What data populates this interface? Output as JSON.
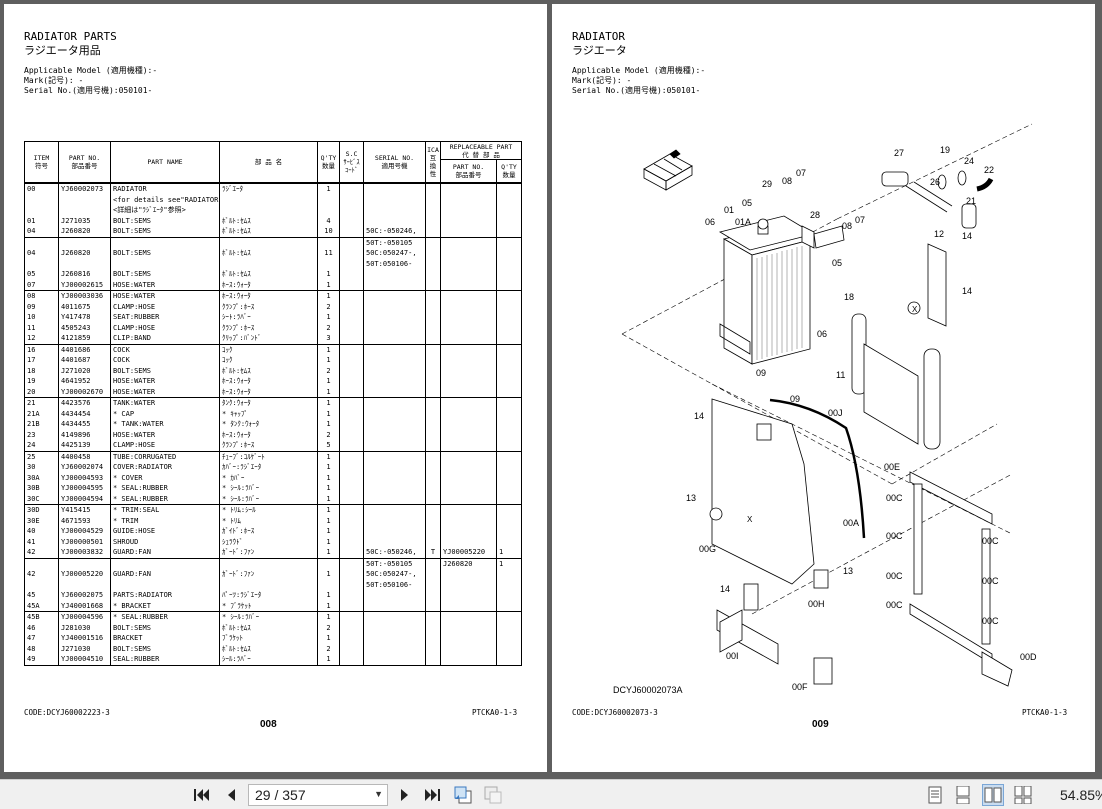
{
  "left_page": {
    "title_en": "RADIATOR PARTS",
    "title_jp": "ラジエータ用品",
    "applicable_model": "Applicable Model (適用機種):-",
    "mark": "Mark(記号): -",
    "serial": "Serial No.(適用号機):050101-",
    "headers": {
      "item": "ITEM\n符号",
      "part_no": "PART NO.\n部品番号",
      "part_name": "PART NAME",
      "jp_name": "部 品 名",
      "qty": "Q'TY\n数量",
      "sc": "S.C\nｻｰﾋﾞｽ\nｺｰﾄﾞ",
      "serial_no": "SERIAL NO.\n適用号機",
      "ica": "ICA\n互\n換\n性",
      "replaceable": "REPLACEABLE PART\n代 替 部 品",
      "repl_part_no": "PART NO.\n部品番号",
      "repl_qty": "Q'TY\n数量"
    },
    "rows": [
      {
        "item": "00",
        "part": "YJ60002073",
        "name": "RADIATOR",
        "jp": "ﾗｼﾞｴｰﾀ",
        "qty": "1",
        "sc": "",
        "serial": "",
        "ica": "",
        "rpart": "",
        "rqty": "",
        "group_start": true
      },
      {
        "item": "",
        "part": "",
        "name": "<for details see\"RADIATOR\">",
        "jp": "",
        "qty": "",
        "sc": "",
        "serial": "",
        "ica": "",
        "rpart": "",
        "rqty": ""
      },
      {
        "item": "",
        "part": "",
        "name": "<詳細は\"ﾗｼﾞｴｰﾀ\"参照>",
        "jp": "",
        "qty": "",
        "sc": "",
        "serial": "",
        "ica": "",
        "rpart": "",
        "rqty": ""
      },
      {
        "item": "01",
        "part": "J271035",
        "name": "BOLT:SEMS",
        "jp": "ﾎﾞﾙﾄ:ｾﾑｽ",
        "qty": "4",
        "sc": "",
        "serial": "",
        "ica": "",
        "rpart": "",
        "rqty": ""
      },
      {
        "item": "04",
        "part": "J260820",
        "name": "BOLT:SEMS",
        "jp": "ﾎﾞﾙﾄ:ｾﾑｽ",
        "qty": "10",
        "sc": "",
        "serial": "50C:-050246,",
        "ica": "",
        "rpart": "",
        "rqty": ""
      },
      {
        "item": "",
        "part": "",
        "name": "",
        "jp": "",
        "qty": "",
        "sc": "",
        "serial": "50T:-050105",
        "ica": "",
        "rpart": "",
        "rqty": "",
        "group_start": true
      },
      {
        "item": "04",
        "part": "J260820",
        "name": "BOLT:SEMS",
        "jp": "ﾎﾞﾙﾄ:ｾﾑｽ",
        "qty": "11",
        "sc": "",
        "serial": "50C:050247-,",
        "ica": "",
        "rpart": "",
        "rqty": ""
      },
      {
        "item": "",
        "part": "",
        "name": "",
        "jp": "",
        "qty": "",
        "sc": "",
        "serial": "50T:050106-",
        "ica": "",
        "rpart": "",
        "rqty": ""
      },
      {
        "item": "05",
        "part": "J260816",
        "name": "BOLT:SEMS",
        "jp": "ﾎﾞﾙﾄ:ｾﾑｽ",
        "qty": "1",
        "sc": "",
        "serial": "",
        "ica": "",
        "rpart": "",
        "rqty": ""
      },
      {
        "item": "07",
        "part": "YJ00002615",
        "name": "HOSE:WATER",
        "jp": "ﾎｰｽ:ｳｫｰﾀ",
        "qty": "1",
        "sc": "",
        "serial": "",
        "ica": "",
        "rpart": "",
        "rqty": ""
      },
      {
        "item": "08",
        "part": "YJ00003036",
        "name": "HOSE:WATER",
        "jp": "ﾎｰｽ:ｳｫｰﾀ",
        "qty": "1",
        "sc": "",
        "serial": "",
        "ica": "",
        "rpart": "",
        "rqty": "",
        "group_start": true
      },
      {
        "item": "09",
        "part": "4011675",
        "name": "CLAMP:HOSE",
        "jp": "ｸﾗﾝﾌﾟ:ﾎｰｽ",
        "qty": "2",
        "sc": "",
        "serial": "",
        "ica": "",
        "rpart": "",
        "rqty": ""
      },
      {
        "item": "10",
        "part": "Y417478",
        "name": "SEAT:RUBBER",
        "jp": "ｼｰﾄ:ﾗﾊﾞｰ",
        "qty": "1",
        "sc": "",
        "serial": "",
        "ica": "",
        "rpart": "",
        "rqty": ""
      },
      {
        "item": "11",
        "part": "4505243",
        "name": "CLAMP:HOSE",
        "jp": "ｸﾗﾝﾌﾟ:ﾎｰｽ",
        "qty": "2",
        "sc": "",
        "serial": "",
        "ica": "",
        "rpart": "",
        "rqty": ""
      },
      {
        "item": "12",
        "part": "4121859",
        "name": "CLIP:BAND",
        "jp": "ｸﾘｯﾌﾟ:ﾊﾞﾝﾄﾞ",
        "qty": "3",
        "sc": "",
        "serial": "",
        "ica": "",
        "rpart": "",
        "rqty": ""
      },
      {
        "item": "16",
        "part": "4401686",
        "name": "COCK",
        "jp": "ｺｯｸ",
        "qty": "1",
        "sc": "",
        "serial": "",
        "ica": "",
        "rpart": "",
        "rqty": "",
        "group_start": true
      },
      {
        "item": "17",
        "part": "4401687",
        "name": "COCK",
        "jp": "ｺｯｸ",
        "qty": "1",
        "sc": "",
        "serial": "",
        "ica": "",
        "rpart": "",
        "rqty": ""
      },
      {
        "item": "18",
        "part": "J271020",
        "name": "BOLT:SEMS",
        "jp": "ﾎﾞﾙﾄ:ｾﾑｽ",
        "qty": "2",
        "sc": "",
        "serial": "",
        "ica": "",
        "rpart": "",
        "rqty": ""
      },
      {
        "item": "19",
        "part": "4641952",
        "name": "HOSE:WATER",
        "jp": "ﾎｰｽ:ｳｫｰﾀ",
        "qty": "1",
        "sc": "",
        "serial": "",
        "ica": "",
        "rpart": "",
        "rqty": ""
      },
      {
        "item": "20",
        "part": "YJ00002670",
        "name": "HOSE:WATER",
        "jp": "ﾎｰｽ:ｳｫｰﾀ",
        "qty": "1",
        "sc": "",
        "serial": "",
        "ica": "",
        "rpart": "",
        "rqty": ""
      },
      {
        "item": "21",
        "part": "4423576",
        "name": "TANK:WATER",
        "jp": "ﾀﾝｸ:ｳｫｰﾀ",
        "qty": "1",
        "sc": "",
        "serial": "",
        "ica": "",
        "rpart": "",
        "rqty": "",
        "group_start": true
      },
      {
        "item": "21A",
        "part": "4434454",
        "name": "* CAP",
        "jp": "* ｷｬｯﾌﾟ",
        "qty": "1",
        "sc": "",
        "serial": "",
        "ica": "",
        "rpart": "",
        "rqty": ""
      },
      {
        "item": "21B",
        "part": "4434455",
        "name": "* TANK:WATER",
        "jp": "* ﾀﾝｸ:ｳｫｰﾀ",
        "qty": "1",
        "sc": "",
        "serial": "",
        "ica": "",
        "rpart": "",
        "rqty": ""
      },
      {
        "item": "23",
        "part": "4149896",
        "name": "HOSE:WATER",
        "jp": "ﾎｰｽ:ｳｫｰﾀ",
        "qty": "2",
        "sc": "",
        "serial": "",
        "ica": "",
        "rpart": "",
        "rqty": ""
      },
      {
        "item": "24",
        "part": "4425139",
        "name": "CLAMP:HOSE",
        "jp": "ｸﾗﾝﾌﾟ:ﾎｰｽ",
        "qty": "5",
        "sc": "",
        "serial": "",
        "ica": "",
        "rpart": "",
        "rqty": ""
      },
      {
        "item": "25",
        "part": "4400458",
        "name": "TUBE:CORRUGATED",
        "jp": "ﾁｭｰﾌﾞ:ｺﾙｹﾞｰﾄ",
        "qty": "1",
        "sc": "",
        "serial": "",
        "ica": "",
        "rpart": "",
        "rqty": "",
        "group_start": true
      },
      {
        "item": "30",
        "part": "YJ60002074",
        "name": "COVER:RADIATOR",
        "jp": "ｶﾊﾞｰ:ﾗｼﾞｴｰﾀ",
        "qty": "1",
        "sc": "",
        "serial": "",
        "ica": "",
        "rpart": "",
        "rqty": ""
      },
      {
        "item": "30A",
        "part": "YJ00004593",
        "name": "* COVER",
        "jp": "* ｶﾊﾞｰ",
        "qty": "1",
        "sc": "",
        "serial": "",
        "ica": "",
        "rpart": "",
        "rqty": ""
      },
      {
        "item": "30B",
        "part": "YJ00004595",
        "name": "* SEAL:RUBBER",
        "jp": "* ｼｰﾙ:ﾗﾊﾞｰ",
        "qty": "1",
        "sc": "",
        "serial": "",
        "ica": "",
        "rpart": "",
        "rqty": ""
      },
      {
        "item": "30C",
        "part": "YJ00004594",
        "name": "* SEAL:RUBBER",
        "jp": "* ｼｰﾙ:ﾗﾊﾞｰ",
        "qty": "1",
        "sc": "",
        "serial": "",
        "ica": "",
        "rpart": "",
        "rqty": ""
      },
      {
        "item": "30D",
        "part": "Y415415",
        "name": "* TRIM:SEAL",
        "jp": "* ﾄﾘﾑ:ｼｰﾙ",
        "qty": "1",
        "sc": "",
        "serial": "",
        "ica": "",
        "rpart": "",
        "rqty": "",
        "group_start": true
      },
      {
        "item": "30E",
        "part": "4671593",
        "name": "* TRIM",
        "jp": "* ﾄﾘﾑ",
        "qty": "1",
        "sc": "",
        "serial": "",
        "ica": "",
        "rpart": "",
        "rqty": ""
      },
      {
        "item": "40",
        "part": "YJ00004529",
        "name": "GUIDE:HOSE",
        "jp": "ｶﾞｲﾄﾞ:ﾎｰｽ",
        "qty": "1",
        "sc": "",
        "serial": "",
        "ica": "",
        "rpart": "",
        "rqty": ""
      },
      {
        "item": "41",
        "part": "YJ00000501",
        "name": "SHROUD",
        "jp": "ｼｭﾗｳﾄﾞ",
        "qty": "1",
        "sc": "",
        "serial": "",
        "ica": "",
        "rpart": "",
        "rqty": ""
      },
      {
        "item": "42",
        "part": "YJ00003832",
        "name": "GUARD:FAN",
        "jp": "ｶﾞｰﾄﾞ:ﾌｧﾝ",
        "qty": "1",
        "sc": "",
        "serial": "50C:-050246,",
        "ica": "T",
        "rpart": "YJ00005220",
        "rqty": "1"
      },
      {
        "item": "",
        "part": "",
        "name": "",
        "jp": "",
        "qty": "",
        "sc": "",
        "serial": "50T:-050105",
        "ica": "",
        "rpart": "J260820",
        "rqty": "1",
        "group_start": true
      },
      {
        "item": "42",
        "part": "YJ00005220",
        "name": "GUARD:FAN",
        "jp": "ｶﾞｰﾄﾞ:ﾌｧﾝ",
        "qty": "1",
        "sc": "",
        "serial": "50C:050247-,",
        "ica": "",
        "rpart": "",
        "rqty": ""
      },
      {
        "item": "",
        "part": "",
        "name": "",
        "jp": "",
        "qty": "",
        "sc": "",
        "serial": "50T:050106-",
        "ica": "",
        "rpart": "",
        "rqty": ""
      },
      {
        "item": "45",
        "part": "YJ60002075",
        "name": "PARTS:RADIATOR",
        "jp": "ﾊﾟｰﾂ:ﾗｼﾞｴｰﾀ",
        "qty": "1",
        "sc": "",
        "serial": "",
        "ica": "",
        "rpart": "",
        "rqty": ""
      },
      {
        "item": "45A",
        "part": "YJ40001668",
        "name": "* BRACKET",
        "jp": "* ﾌﾞﾗｹｯﾄ",
        "qty": "1",
        "sc": "",
        "serial": "",
        "ica": "",
        "rpart": "",
        "rqty": ""
      },
      {
        "item": "45B",
        "part": "YJ00004596",
        "name": "* SEAL:RUBBER",
        "jp": "* ｼｰﾙ:ﾗﾊﾞｰ",
        "qty": "1",
        "sc": "",
        "serial": "",
        "ica": "",
        "rpart": "",
        "rqty": "",
        "group_start": true
      },
      {
        "item": "46",
        "part": "J281030",
        "name": "BOLT:SEMS",
        "jp": "ﾎﾞﾙﾄ:ｾﾑｽ",
        "qty": "2",
        "sc": "",
        "serial": "",
        "ica": "",
        "rpart": "",
        "rqty": ""
      },
      {
        "item": "47",
        "part": "YJ40001516",
        "name": "BRACKET",
        "jp": "ﾌﾞﾗｹｯﾄ",
        "qty": "1",
        "sc": "",
        "serial": "",
        "ica": "",
        "rpart": "",
        "rqty": ""
      },
      {
        "item": "48",
        "part": "J271030",
        "name": "BOLT:SEMS",
        "jp": "ﾎﾞﾙﾄ:ｾﾑｽ",
        "qty": "2",
        "sc": "",
        "serial": "",
        "ica": "",
        "rpart": "",
        "rqty": ""
      },
      {
        "item": "49",
        "part": "YJ00004510",
        "name": "SEAL:RUBBER",
        "jp": "ｼｰﾙ:ﾗﾊﾞｰ",
        "qty": "1",
        "sc": "",
        "serial": "",
        "ica": "",
        "rpart": "",
        "rqty": ""
      }
    ],
    "code": "CODE:DCYJ60002223-3",
    "page_number": "008",
    "section_code": "PTCKA0-1-3"
  },
  "right_page": {
    "title_en": "RADIATOR",
    "title_jp": "ラジエータ",
    "applicable_model": "Applicable Model (適用機種):-",
    "mark": "Mark(記号): -",
    "serial": "Serial No.(適用号機):050101-",
    "diagram_code": "DCYJ60002073A",
    "callouts": [
      "27",
      "19",
      "24",
      "22",
      "26",
      "21",
      "29",
      "08",
      "07",
      "05",
      "01",
      "01A",
      "06",
      "28",
      "08",
      "07",
      "05",
      "12",
      "14",
      "14",
      "18",
      "06",
      "09",
      "09",
      "11",
      "00J",
      "14",
      "00E",
      "00C",
      "00C",
      "00C",
      "00C",
      "00C",
      "00C",
      "00C",
      "00D",
      "00G",
      "00A",
      "13",
      "13",
      "14",
      "00H",
      "00I",
      "00F",
      "00H"
    ],
    "code": "CODE:DCYJ60002073-3",
    "page_number": "009",
    "section_code": "PTCKA0-1-3"
  },
  "toolbar": {
    "page_indicator": "29 / 357",
    "zoom_level": "54.85%"
  }
}
